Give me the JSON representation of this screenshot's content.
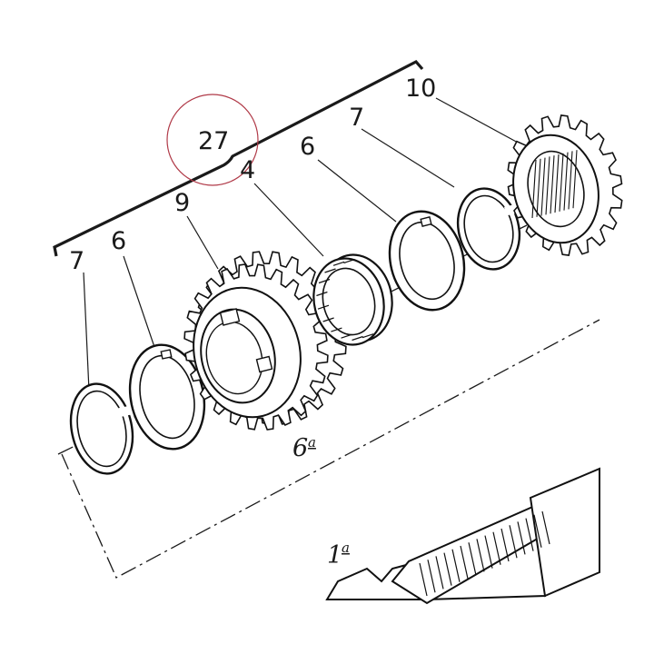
{
  "diagram": {
    "bracket_label": "27",
    "callouts": {
      "ring_left": "7",
      "washer_left": "6",
      "gear_nine": "9",
      "bearing": "4",
      "washer_right": "6",
      "ring_right": "7",
      "gear_ten": "10"
    },
    "gear_group_label": {
      "number": "6",
      "suffix": "a"
    },
    "shaft_label": {
      "number": "1",
      "suffix": "a"
    },
    "colors": {
      "line": "#1a1a1a",
      "highlight_circle": "#b03a48",
      "background": "#ffffff"
    }
  }
}
